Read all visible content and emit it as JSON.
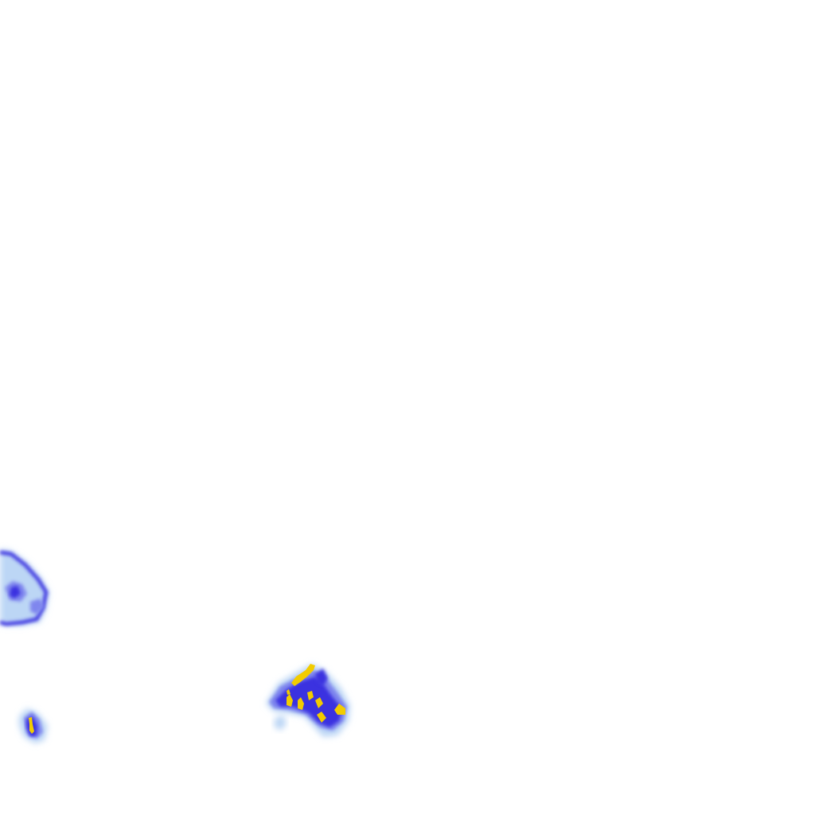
{
  "map": {
    "layer": "precipitation-radar-tile",
    "background": "#ffffff",
    "palette": {
      "light": "#bcd6f5",
      "medium": "#7f86ee",
      "strong": "#3a30e0",
      "heavy": "#f2cc00"
    },
    "echoes": [
      {
        "name": "echo-cluster-west",
        "levels": [
          "light",
          "medium",
          "strong"
        ]
      },
      {
        "name": "echo-cell-southwest",
        "levels": [
          "light",
          "medium",
          "strong",
          "heavy"
        ]
      },
      {
        "name": "echo-cluster-south-central",
        "levels": [
          "light",
          "medium",
          "strong",
          "heavy"
        ]
      }
    ]
  }
}
